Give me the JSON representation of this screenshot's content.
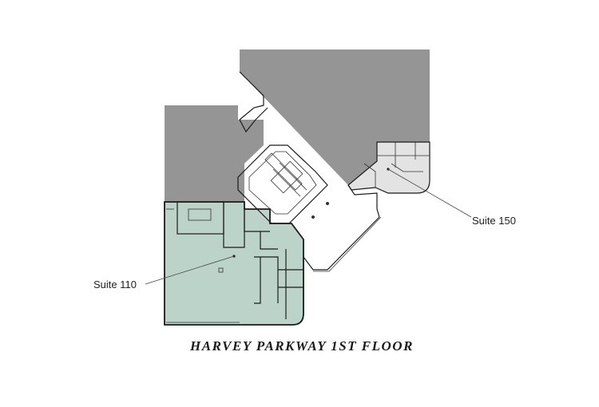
{
  "plan": {
    "title": "HARVEY PARKWAY 1ST FLOOR",
    "suites": [
      {
        "id": "suite-110",
        "label": "Suite 110",
        "color": "#bcd3c9"
      },
      {
        "id": "suite-150",
        "label": "Suite 150",
        "color": "#e3e3e3"
      }
    ],
    "colors": {
      "occupied": "#959595",
      "background": "#ffffff",
      "walls": "#1a1a1a"
    }
  }
}
